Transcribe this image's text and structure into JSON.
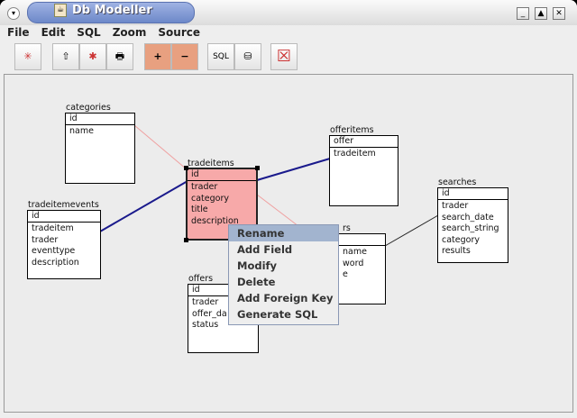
{
  "window": {
    "title": "Db Modeller"
  },
  "menubar": [
    "File",
    "Edit",
    "SQL",
    "Zoom",
    "Source"
  ],
  "toolbar": [
    {
      "icon": "new-diagram-icon",
      "glyph": "✳"
    },
    {
      "icon": "open-icon",
      "glyph": "⇧"
    },
    {
      "icon": "new-table-icon",
      "glyph": "✱"
    },
    {
      "icon": "print-icon",
      "glyph": "🖶"
    },
    {
      "icon": "zoom-in-icon",
      "glyph": "+"
    },
    {
      "icon": "zoom-out-icon",
      "glyph": "−"
    },
    {
      "icon": "sql-export-icon",
      "glyph": "SQL"
    },
    {
      "icon": "database-import-icon",
      "glyph": "⛁"
    },
    {
      "icon": "delete-icon",
      "glyph": "☒"
    }
  ],
  "tables": {
    "categories": {
      "name": "categories",
      "pk": "id",
      "fields": [
        "name"
      ]
    },
    "tradeitemevents": {
      "name": "tradeitemevents",
      "pk": "id",
      "fields": [
        "tradeitem",
        "trader",
        "eventtype",
        "description"
      ]
    },
    "tradeitems": {
      "name": "tradeitems",
      "pk": "id",
      "fields": [
        "trader",
        "category",
        "title",
        "description"
      ]
    },
    "offeritems": {
      "name": "offeritems",
      "pk": "offer",
      "fields": [
        "tradeitem"
      ]
    },
    "searches": {
      "name": "searches",
      "pk": "id",
      "fields": [
        "trader",
        "search_date",
        "search_string",
        "category",
        "results"
      ]
    },
    "traders": {
      "name": "rs",
      "pk": "",
      "fields": [
        "name",
        "word",
        "e"
      ]
    },
    "offers": {
      "name": "offers",
      "pk": "id",
      "fields": [
        "trader",
        "offer_da",
        "status"
      ]
    }
  },
  "context_menu": [
    "Rename",
    "Add Field",
    "Modify",
    "Delete",
    "Add Foreign Key",
    "Generate SQL"
  ],
  "colors": {
    "selected_table": "#f7a9a9",
    "fk_line": "#1a1a8c",
    "ref_line": "#f0a0a0",
    "menu_highlight": "#a2b4cf"
  }
}
